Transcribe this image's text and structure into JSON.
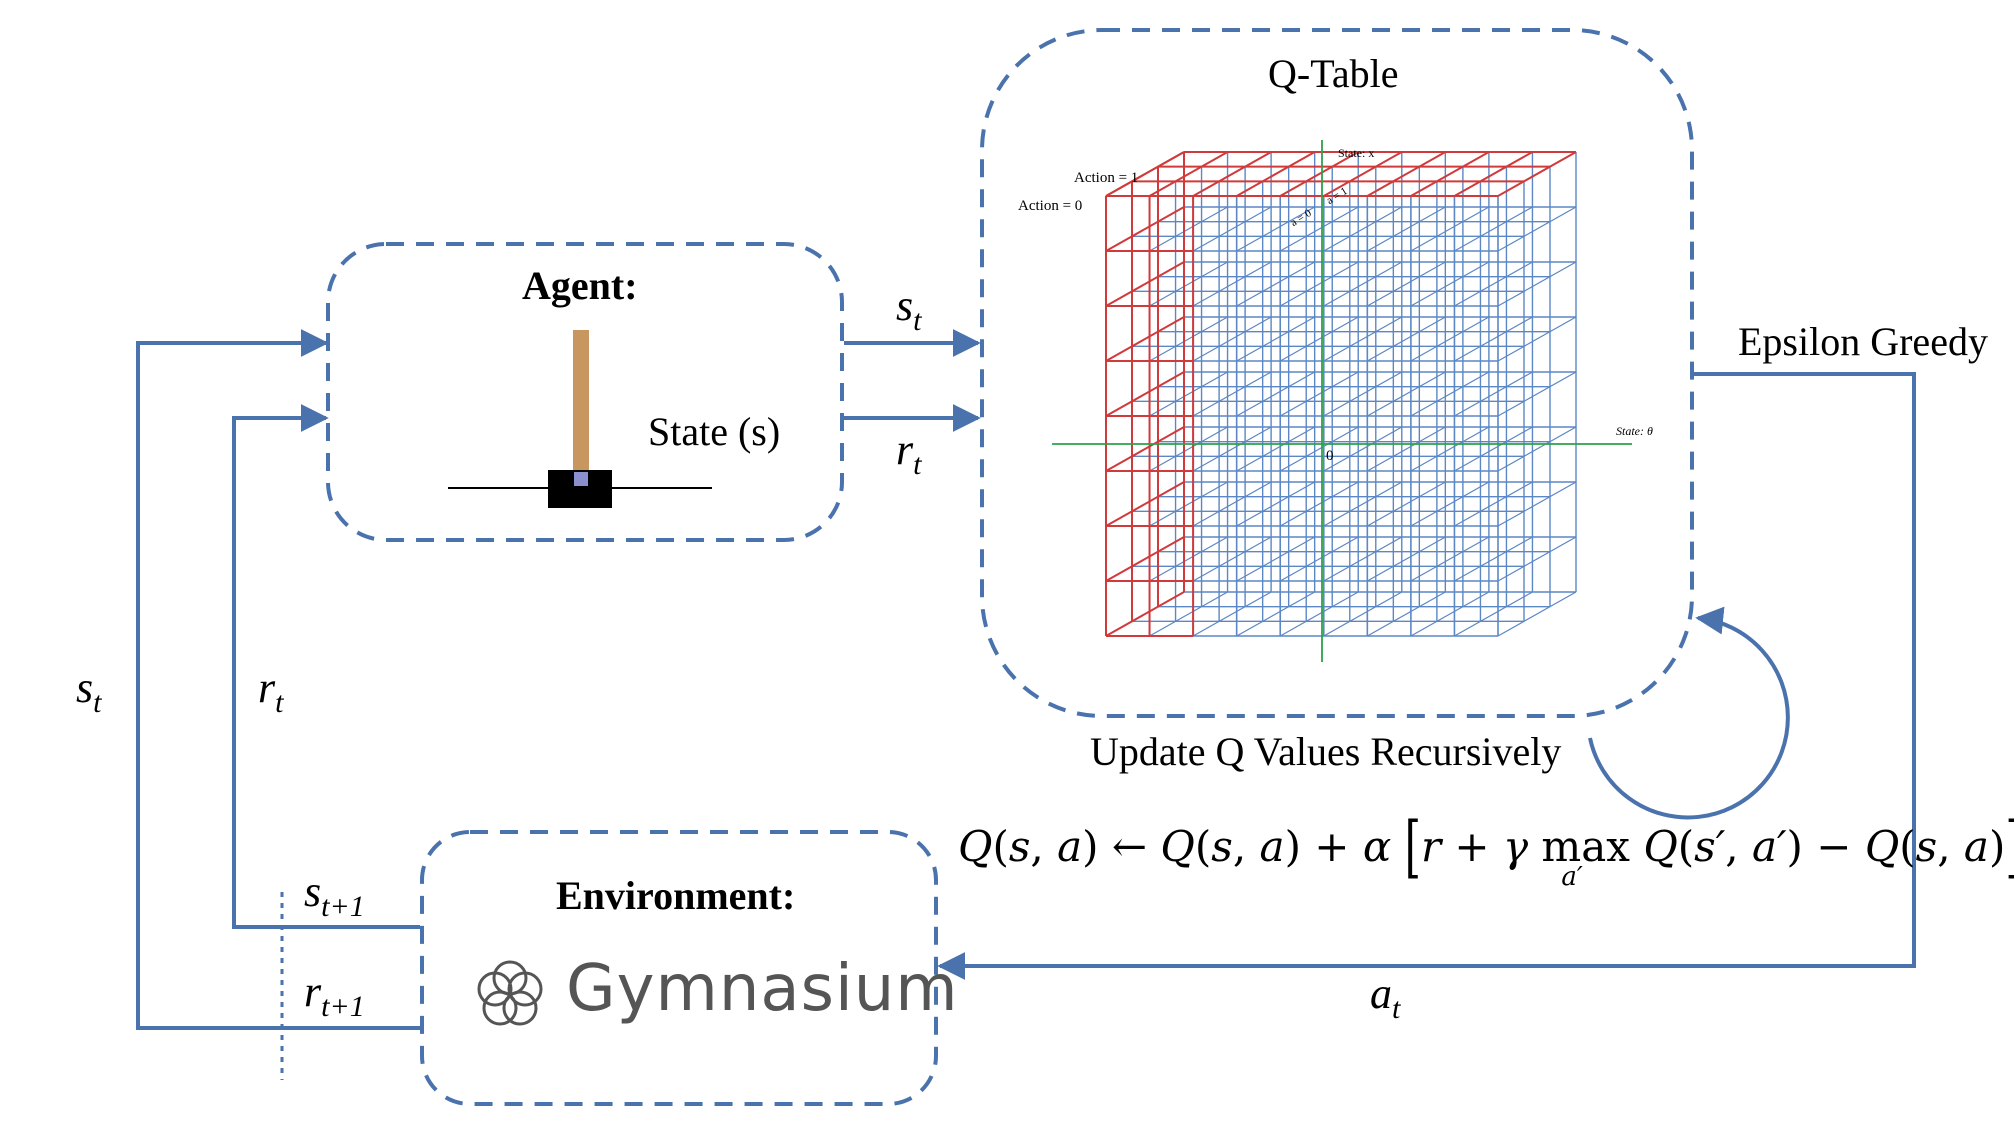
{
  "agent": {
    "title": "Agent:",
    "state_label": "State (s)"
  },
  "qtable": {
    "title": "Q-Table",
    "action1": "Action = 1",
    "action0": "Action = 0",
    "axis_x": "State: x",
    "axis_theta": "State: θ",
    "origin": "0",
    "a0": "a = 0",
    "a1": "a = 1"
  },
  "environment": {
    "title": "Environment:",
    "brand": "Gymnasium"
  },
  "labels": {
    "epsilon": "Epsilon Greedy",
    "update": "Update Q Values Recursively"
  },
  "signals": {
    "s_var": "s",
    "r_var": "r",
    "a_var": "a",
    "t": "t",
    "t1": "t+1"
  },
  "equation": {
    "q": "Q",
    "s": "s",
    "a": "a",
    "alpha": "α",
    "r": "r",
    "gamma": "γ",
    "max": "max",
    "a_prime": "a′",
    "s_prime": "s′"
  },
  "colors": {
    "flow": "#4a72ad",
    "box": "#4a72ad",
    "grid_blue": "#5b87c5",
    "grid_red": "#d13a3a",
    "axis_green": "#2da14a",
    "pole": "#c8965f",
    "cart": "#000000",
    "pivot": "#8b8fce"
  }
}
